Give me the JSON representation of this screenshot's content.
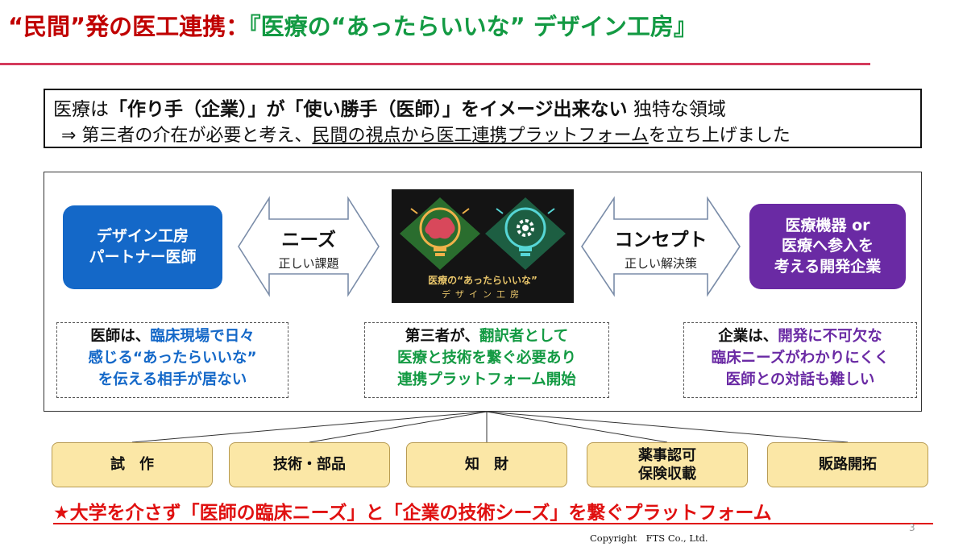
{
  "title": {
    "part1": "“民間”発の医工連携：",
    "part2": "『医療の“あったらいいな” デザイン工房』"
  },
  "intro": {
    "line1_a": "医療は",
    "line1_b": "「作り手（企業）」が「使い勝手（医師）」をイメージ出来ない",
    "line1_c": " 独特な領域",
    "line2_a": "⇒ 第三者の介在が必要と考え、",
    "line2_b": "民間の視点から医工連携プラットフォーム",
    "line2_c": "を立ち上げました"
  },
  "left_role": {
    "line1": "デザイン工房",
    "line2": "パートナー医師"
  },
  "right_role": {
    "line1": "医療機器 or",
    "line2": "医療へ参入を",
    "line3": "考える開発企業"
  },
  "left_arrow": {
    "big": "ニーズ",
    "small": "正しい課題"
  },
  "right_arrow": {
    "big": "コンセプト",
    "small": "正しい解決策"
  },
  "logo": {
    "caption1": "医療の“あったらいいな”",
    "caption2": "デザイン工房"
  },
  "box_left": {
    "l1a": "医師は、",
    "l1b": "臨床現場で日々",
    "l2": "感じる“あったらいいな”",
    "l3": "を伝える相手が居ない"
  },
  "box_center": {
    "l1a": "第三者が、",
    "l1b": "翻訳者として",
    "l2": "医療と技術を繋ぐ必要あり",
    "l3": "連携プラットフォーム開始"
  },
  "box_right": {
    "l1a": "企業は、",
    "l1b": "開発に不可欠な",
    "l2": "臨床ニーズがわかりにくく",
    "l3": "医師との対話も難しい"
  },
  "tags": [
    {
      "line1": "試　作"
    },
    {
      "line1": "技術・部品"
    },
    {
      "line1": "知　財"
    },
    {
      "line1": "薬事認可",
      "line2": "保険収載"
    },
    {
      "line1": "販路開拓"
    }
  ],
  "slogan": "★大学を介さず「医師の臨床ニーズ」と「企業の技術シーズ」を繋ぐプラットフォーム",
  "page_number": "3",
  "copyright": "Copyright　FTS Co., Ltd.",
  "colors": {
    "title_red": "#c00000",
    "title_green": "#139a43",
    "role_blue": "#1468c8",
    "role_purple": "#6a2aa4",
    "tag_fill": "#fbe7a6",
    "slogan_red": "#e01010"
  }
}
